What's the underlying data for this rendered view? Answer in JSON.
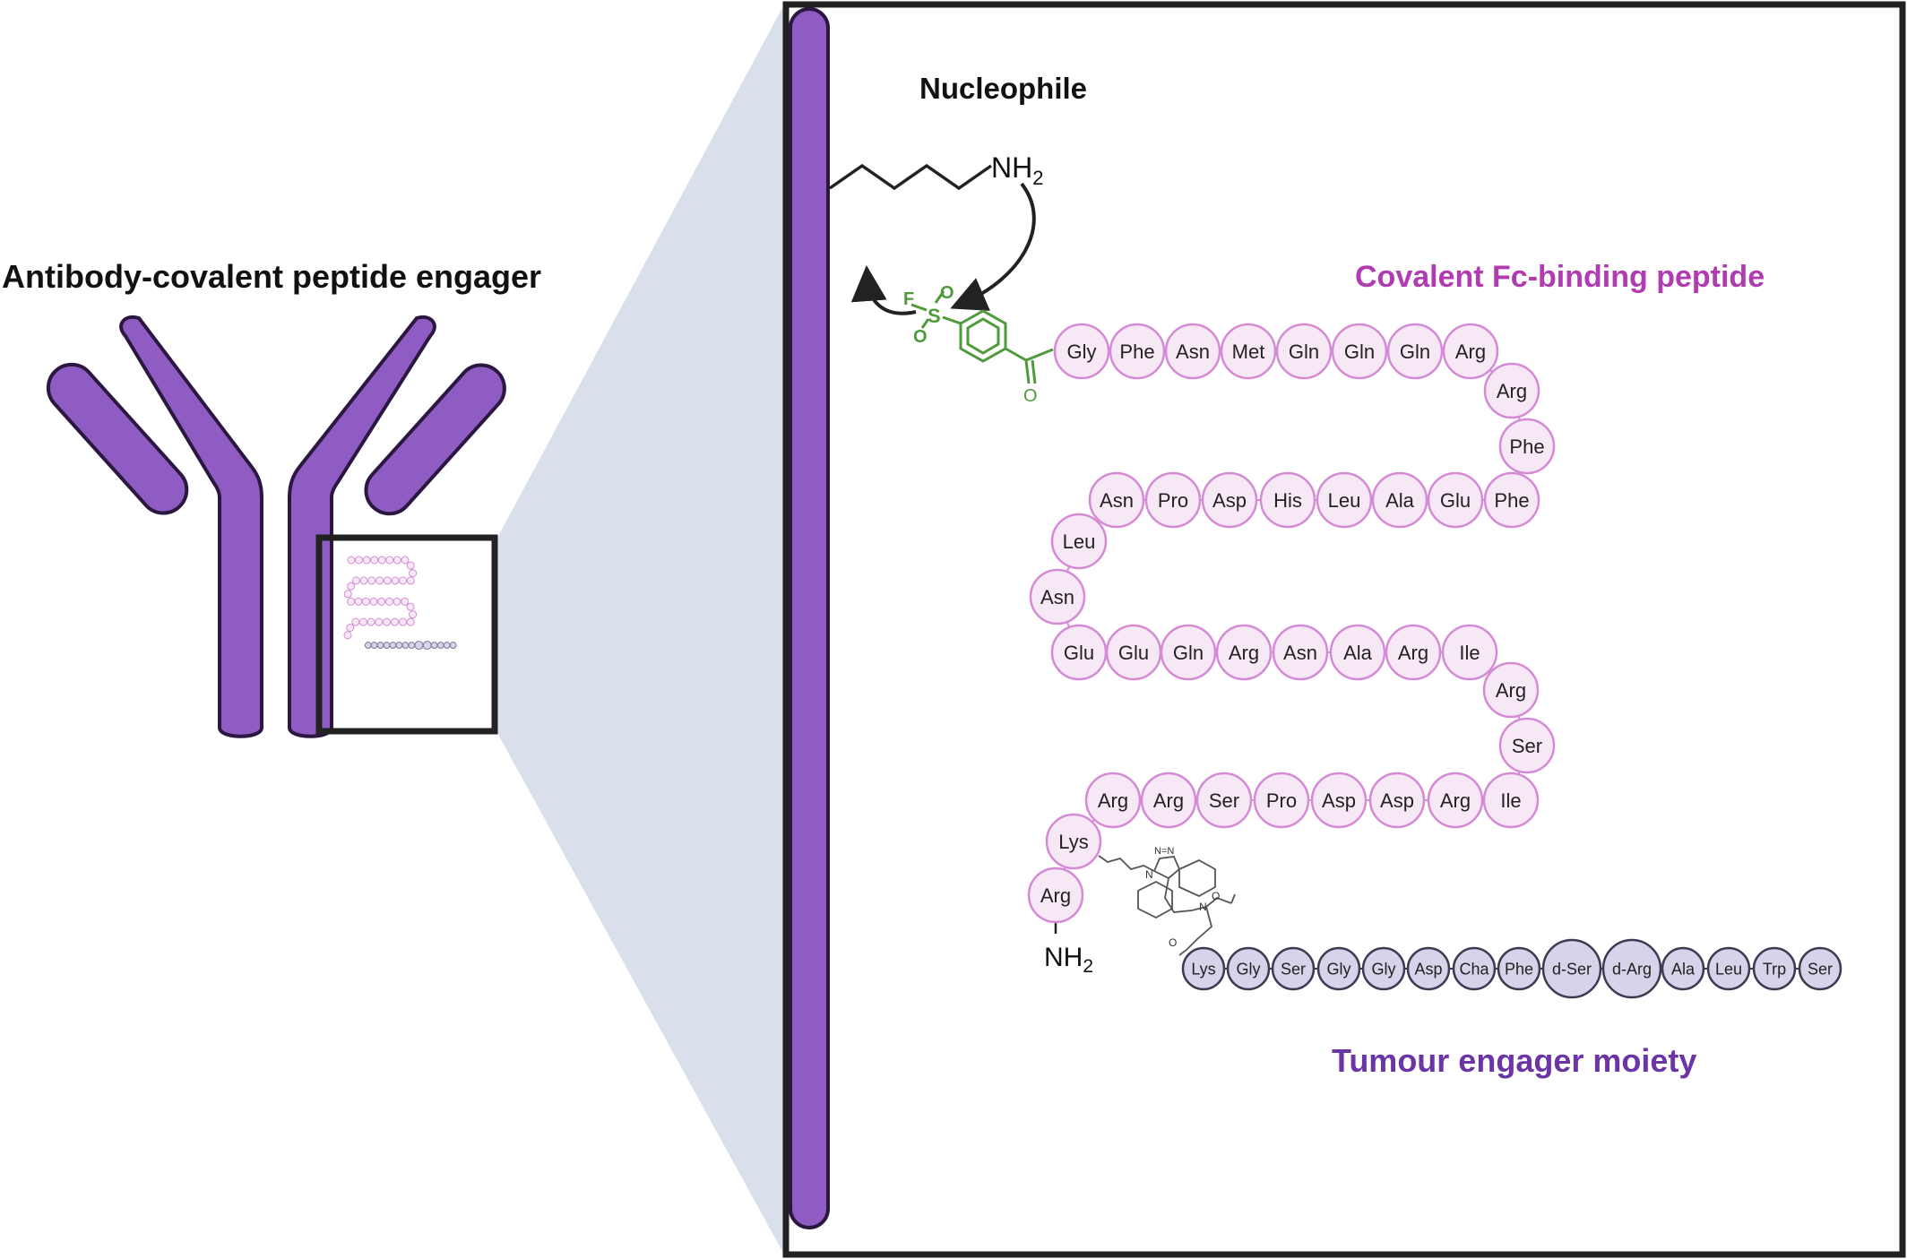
{
  "left_title": "Antibody-covalent peptide engager",
  "nucleophile_label": "Nucleophile",
  "amine_label": "NH",
  "amine_subscript": "2",
  "covalent_peptide_label": "Covalent Fc-binding peptide",
  "tumour_label": "Tumour engager moiety",
  "warhead_atoms": {
    "fluorine": "F",
    "sulfur": "S",
    "oxygen": "O"
  },
  "carbonyl_oxygen": "O",
  "triazole_label": "N=N",
  "triazole_n": "N",
  "linker_n": "N",
  "linker_o": "O",
  "n_terminus": {
    "label": "NH",
    "subscript": "2"
  },
  "covalent_peptide_residues": [
    "Gly",
    "Phe",
    "Asn",
    "Met",
    "Gln",
    "Gln",
    "Gln",
    "Arg",
    "Arg",
    "Phe",
    "Phe",
    "Glu",
    "Ala",
    "Leu",
    "His",
    "Asp",
    "Pro",
    "Asn",
    "Leu",
    "Asn",
    "Glu",
    "Glu",
    "Gln",
    "Arg",
    "Asn",
    "Ala",
    "Arg",
    "Ile",
    "Arg",
    "Ser",
    "Ile",
    "Arg",
    "Asp",
    "Asp",
    "Pro",
    "Ser",
    "Arg",
    "Arg",
    "Lys",
    "Arg"
  ],
  "tumour_residues": [
    "Lys",
    "Gly",
    "Ser",
    "Gly",
    "Gly",
    "Asp",
    "Cha",
    "Phe",
    "d-Ser",
    "d-Arg",
    "Ala",
    "Leu",
    "Trp",
    "Ser"
  ],
  "colors": {
    "antibody_purple": "#8e5cc2",
    "antibody_outline": "#2b1740",
    "zoom_cone": "#d9dfeb",
    "pink_residue_fill": "#f7e8f6",
    "pink_residue_stroke": "#d58ad6",
    "pink_title": "#b13bb0",
    "lavender_residue_fill": "#d8d2ea",
    "lavender_residue_stroke": "#3e3a52",
    "tumour_title": "#6b35a6",
    "warhead_green": "#4f9a3a"
  }
}
